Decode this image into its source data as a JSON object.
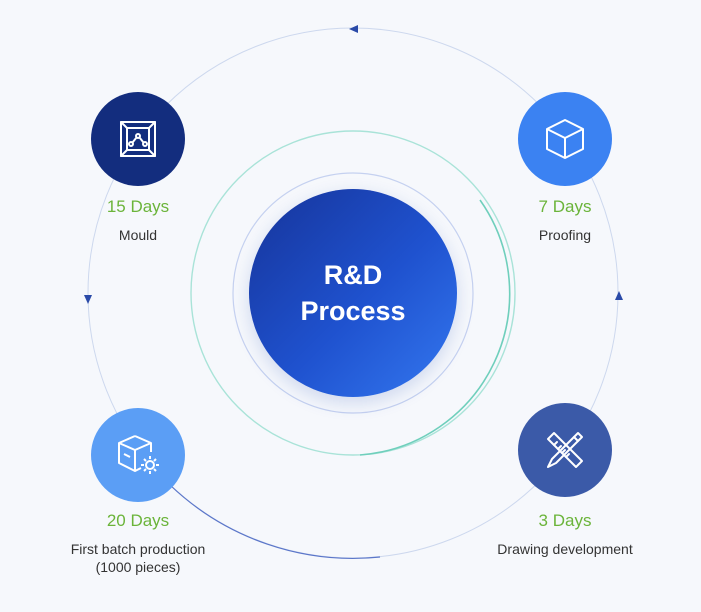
{
  "center": {
    "line1": "R&D",
    "line2": "Process"
  },
  "steps": [
    {
      "id": "mould",
      "days": "15 Days",
      "label": "Mould",
      "label2": "",
      "icon": "mould-frame-icon",
      "color": "#132d7e"
    },
    {
      "id": "proofing",
      "days": "7 Days",
      "label": "Proofing",
      "label2": "",
      "icon": "cube-icon",
      "color": "#3b82f2"
    },
    {
      "id": "first-batch",
      "days": "20 Days",
      "label": "First batch production",
      "label2": "(1000 pieces)",
      "icon": "box-gear-icon",
      "color": "#5b9ef5"
    },
    {
      "id": "drawing",
      "days": "3 Days",
      "label": "Drawing development",
      "label2": "",
      "icon": "ruler-pencil-icon",
      "color": "#3b5aa8"
    }
  ],
  "colors": {
    "days_text": "#6bb43a",
    "label_text": "#333333",
    "ring_outer": "#c9d6ef",
    "ring_green": "#7fd6c6",
    "background": "#f6f8fc"
  }
}
